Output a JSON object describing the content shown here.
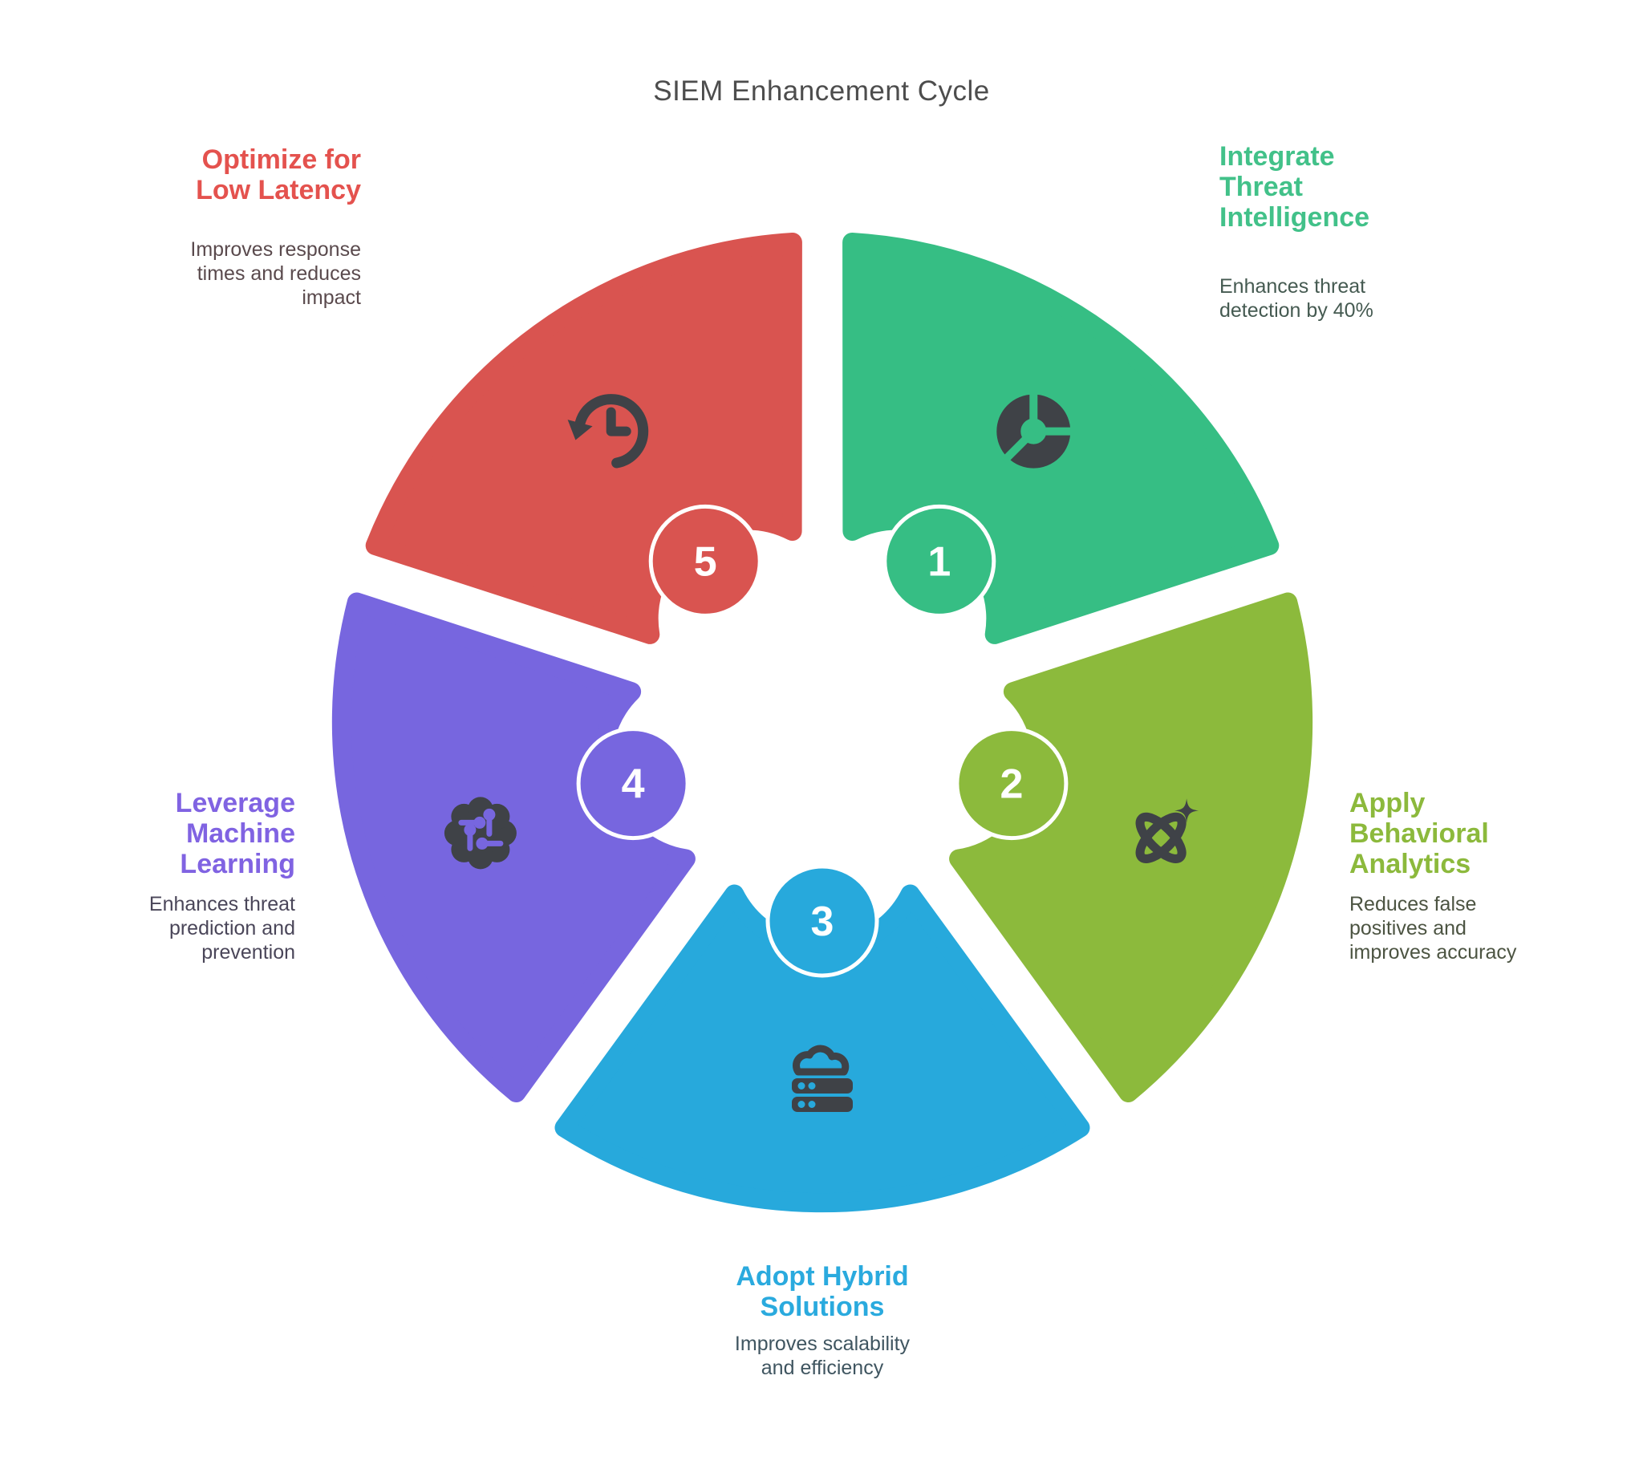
{
  "title": {
    "text": "SIEM Enhancement Cycle",
    "color": "#4d4d4d"
  },
  "icon_color": "#3f4247",
  "number_text_color": "#ffffff",
  "badge_ring_color": "#ffffff",
  "segments": [
    {
      "number": "1",
      "icon": "donut-chart-icon",
      "color": "#36be84",
      "heading": "Integrate\nThreat\nIntelligence",
      "heading_color": "#42c189",
      "description": "Enhances threat\ndetection by 40%",
      "description_color": "#455a51"
    },
    {
      "number": "2",
      "icon": "orbit-sparkle-icon",
      "color": "#8cba3c",
      "heading": "Apply\nBehavioral\nAnalytics",
      "heading_color": "#8cb93c",
      "description": "Reduces false\npositives and\nimproves accuracy",
      "description_color": "#4c5442"
    },
    {
      "number": "3",
      "icon": "cloud-server-icon",
      "color": "#27a9dc",
      "heading": "Adopt Hybrid\nSolutions",
      "heading_color": "#2aaade",
      "description": "Improves scalability\nand efficiency",
      "description_color": "#3f5560"
    },
    {
      "number": "4",
      "icon": "brain-circuit-icon",
      "color": "#7766df",
      "heading": "Leverage\nMachine\nLearning",
      "heading_color": "#8063e2",
      "description": "Enhances threat\nprediction and\nprevention",
      "description_color": "#4a4659"
    },
    {
      "number": "5",
      "icon": "history-clock-icon",
      "color": "#d95450",
      "heading": "Optimize for\nLow Latency",
      "heading_color": "#e4524e",
      "description": "Improves response\ntimes and reduces\nimpact",
      "description_color": "#5a4a4d"
    }
  ]
}
